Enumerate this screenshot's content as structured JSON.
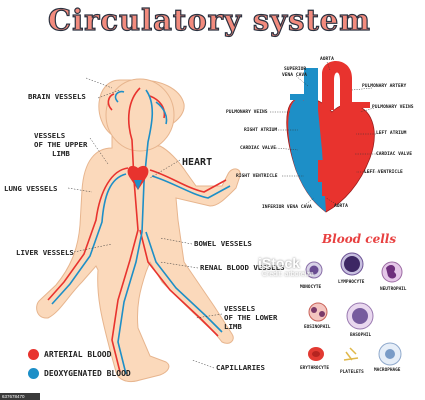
{
  "title": "Circulatory system",
  "body_labels": {
    "brain_vessels": "BRAIN VESSELS",
    "upper_limb_1": "VESSELS",
    "upper_limb_2": "OF THE UPPER",
    "upper_limb_3": "LIMB",
    "lung_vessels": "LUNG VESSELS",
    "liver_vessels": "LIVER VESSELS",
    "heart": "HEART",
    "bowel_vessels": "BOWEL VESSELS",
    "renal_vessels": "RENAL BLOOD VESSELS",
    "lower_limb_1": "VESSELS",
    "lower_limb_2": "OF THE LOWER",
    "lower_limb_3": "LIMB",
    "capillaries": "CAPILLARIES"
  },
  "heart_labels": {
    "superior_vena_cava_1": "SUPERIOR",
    "superior_vena_cava_2": "VENA CAVA",
    "aorta_top": "AORTA",
    "pulmonary_artery": "PULMONARY ARTERY",
    "pulmonary_veins_left": "PULMONARY VEINS",
    "pulmonary_veins_right": "PULMONARY VEINS",
    "right_atrium": "RIGHT ATRIUM",
    "left_atrium": "LEFT ATRIUM",
    "cardiac_valve_left": "CARDIAC VALVE",
    "cardiac_valve_right": "CARDIAC VALVE",
    "right_ventricle": "RIGHT VENTRICLE",
    "left_ventricle": "LEFT VENTRICLE",
    "inferior_vena_cava": "INFERIOR VENA CAVA",
    "aorta_bottom": "AORTA"
  },
  "blood_cells": {
    "title": "Blood cells",
    "monocyte": "MONOCYTE",
    "lymphocyte": "LYMPHOCYTE",
    "neutrophil": "NEUTROPHIL",
    "eosinophil": "EOSINOPHIL",
    "basophil": "BASOPHIL",
    "erythrocyte": "ERYTHROCYTE",
    "platelets": "PLATELETS",
    "macrophage": "MACROPHAGE"
  },
  "legend": {
    "arterial": "ARTERIAL BLOOD",
    "deoxygenated": "DEOXYGENATED BLOOD",
    "arterial_color": "#e8332e",
    "deoxygenated_color": "#1d8fc7"
  },
  "watermark": {
    "brand": "iStock",
    "credit": "Credit: arborelza",
    "image_id": "637678470"
  }
}
